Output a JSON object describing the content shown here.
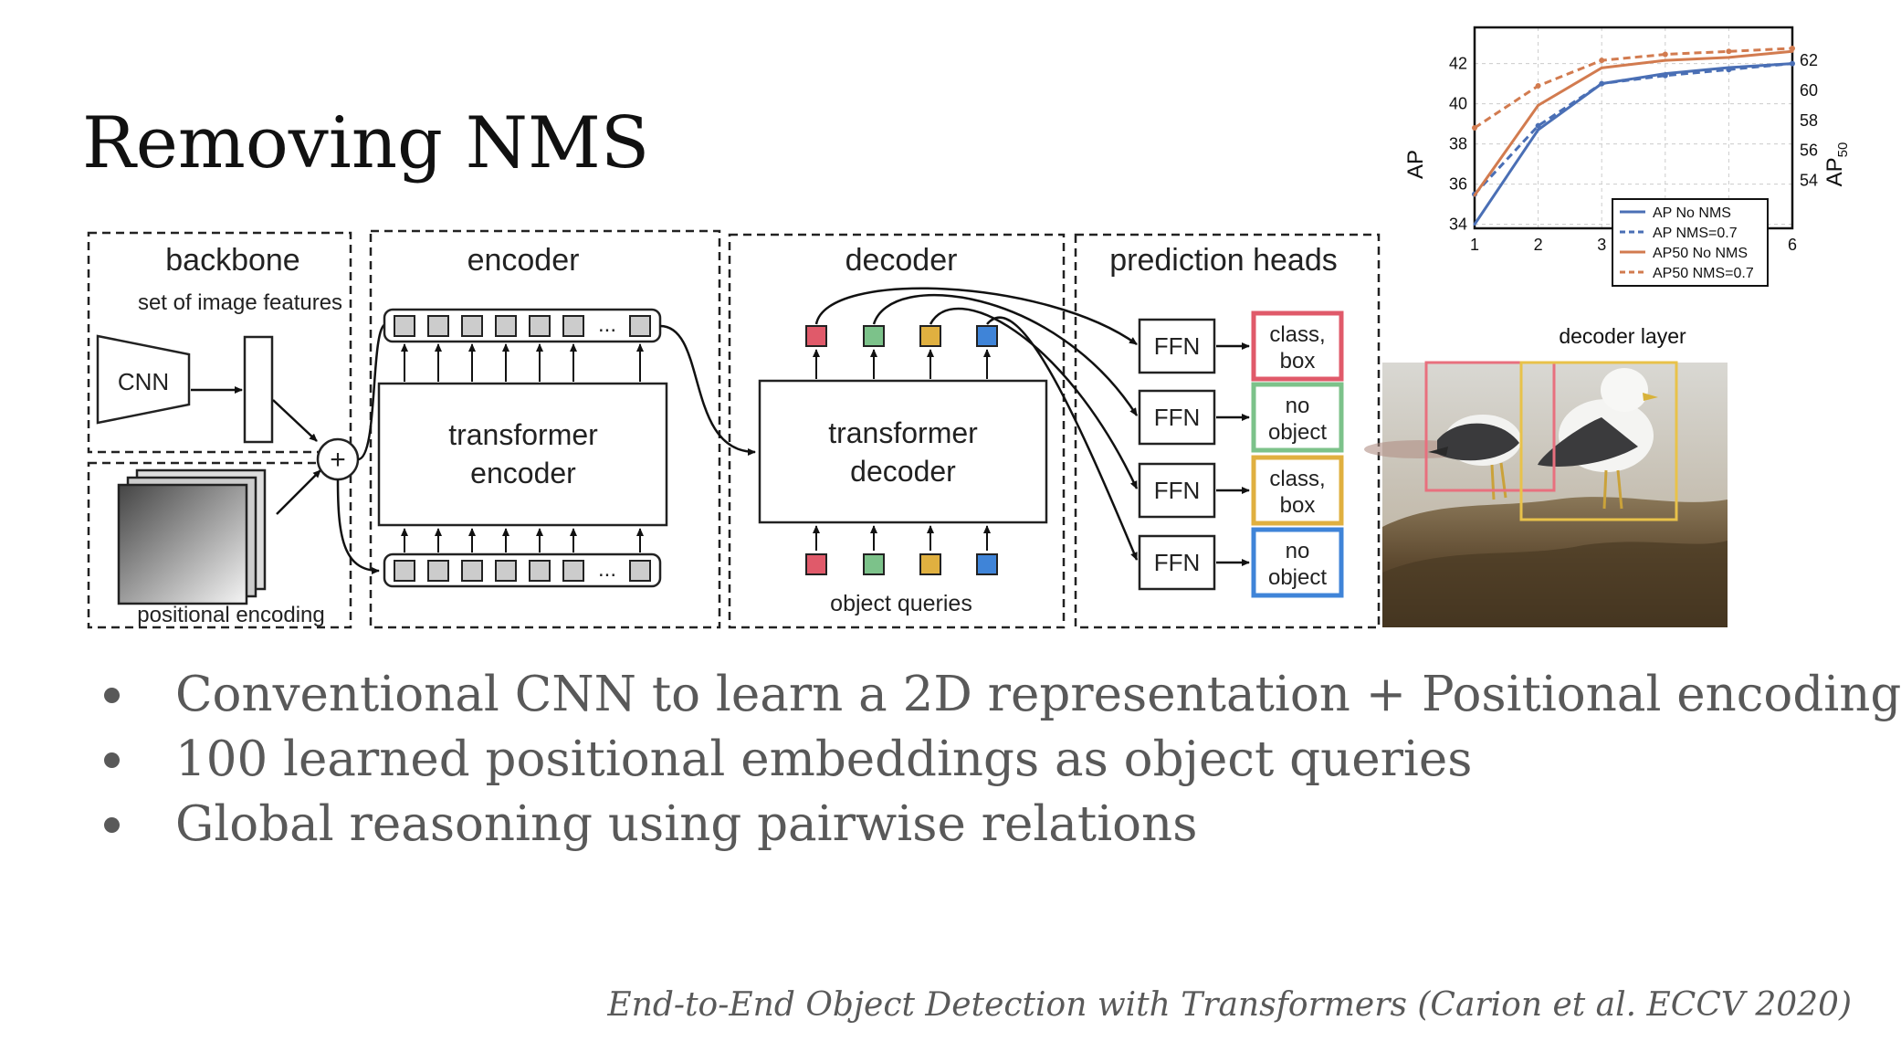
{
  "slide": {
    "title": "Removing NMS",
    "bullets": [
      "Conventional CNN to learn a 2D representation + Positional encoding",
      "100 learned positional embeddings as object queries",
      "Global reasoning using pairwise relations"
    ],
    "citation": "End-to-End Object Detection with Transformers (Carion et al. ECCV 2020)"
  },
  "diagram": {
    "sections": {
      "backbone": "backbone",
      "encoder": "encoder",
      "decoder": "decoder",
      "heads": "prediction heads"
    },
    "image_features_label": "set of image features",
    "cnn_label": "CNN",
    "positional_encoding_label": "positional encoding",
    "plus_symbol": "+",
    "ellipsis": "...",
    "encoder_block": [
      "transformer",
      "encoder"
    ],
    "decoder_block": [
      "transformer",
      "decoder"
    ],
    "object_queries_label": "object queries",
    "query_colors": [
      "#e05a6a",
      "#7cc28a",
      "#e0b040",
      "#3f84d8"
    ],
    "ffn_label": "FFN",
    "outputs": [
      {
        "lines": [
          "class,",
          "box"
        ],
        "color": "#e05a6a"
      },
      {
        "lines": [
          "no",
          "object"
        ],
        "color": "#7cc28a"
      },
      {
        "lines": [
          "class,",
          "box"
        ],
        "color": "#e0b040"
      },
      {
        "lines": [
          "no",
          "object"
        ],
        "color": "#3f84d8"
      }
    ]
  },
  "chart_data": {
    "type": "line",
    "xlabel": "decoder layer",
    "ylabel_left": "AP",
    "ylabel_right": "AP50",
    "x": [
      1,
      2,
      3,
      4,
      5,
      6
    ],
    "y_left_range": [
      33.8,
      43.8
    ],
    "y_left_ticks": [
      34,
      36,
      38,
      40,
      42
    ],
    "y_right_range": [
      50.8,
      64.2
    ],
    "y_right_ticks": [
      54,
      56,
      58,
      60,
      62
    ],
    "grid": true,
    "legend_position": "bottom-right",
    "series": [
      {
        "name": "AP No NMS",
        "axis": "left",
        "style": "solid",
        "color": "#4a6fb5",
        "values": [
          34.0,
          38.7,
          41.0,
          41.5,
          41.8,
          42.0
        ]
      },
      {
        "name": "AP NMS=0.7",
        "axis": "left",
        "style": "dashed",
        "color": "#4a6fb5",
        "values": [
          35.5,
          38.9,
          41.0,
          41.4,
          41.7,
          42.0
        ]
      },
      {
        "name": "AP50 No NMS",
        "axis": "right",
        "style": "solid",
        "color": "#d27b4f",
        "values": [
          53.0,
          59.0,
          61.5,
          62.0,
          62.2,
          62.6
        ]
      },
      {
        "name": "AP50 NMS=0.7",
        "axis": "right",
        "style": "dashed",
        "color": "#d27b4f",
        "values": [
          57.5,
          60.3,
          62.0,
          62.4,
          62.6,
          62.8
        ]
      }
    ]
  },
  "photo": {
    "box_colors": [
      "#e8707e",
      "#e8c24a"
    ]
  }
}
